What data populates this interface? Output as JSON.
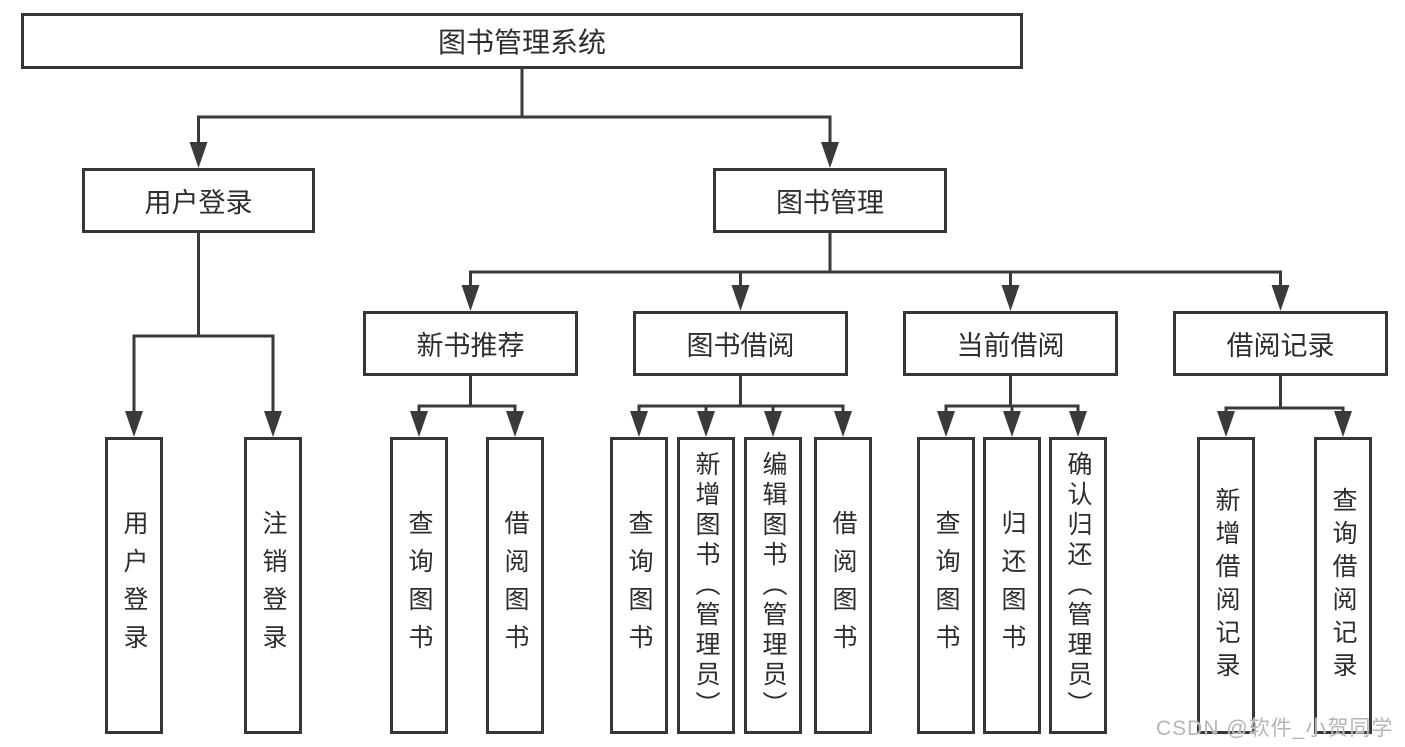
{
  "nodes": {
    "root": "图书管理系统",
    "user_login": "用户登录",
    "book_mgmt": "图书管理",
    "new_book_rec": "新书推荐",
    "book_borrow": "图书借阅",
    "current_borrow": "当前借阅",
    "borrow_records": "借阅记录",
    "leaves": {
      "user": [
        "用户登录",
        "注销登录"
      ],
      "recommend": [
        "查询图书",
        "借阅图书"
      ],
      "borrow": [
        "查询图书",
        "新增图书（管理员）",
        "编辑图书（管理员）",
        "借阅图书"
      ],
      "current": [
        "查询图书",
        "归还图书",
        "确认归还（管理员）"
      ],
      "records": [
        "新增借阅记录",
        "查询借阅记录"
      ]
    }
  },
  "watermark": "CSDN @软件_小贺同学",
  "colors": {
    "line": "#3a3a3a",
    "border": "#363636",
    "text": "#2d2d2d",
    "watermark": "#b5b5b5",
    "background": "#ffffff"
  }
}
